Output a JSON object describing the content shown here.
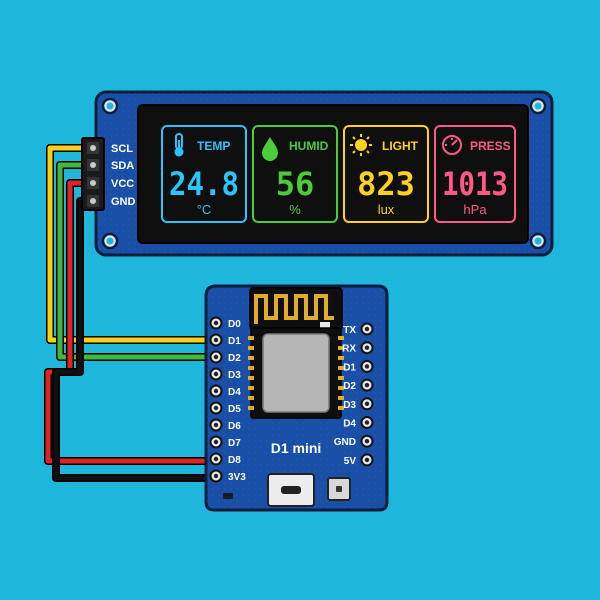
{
  "background_color": "#1fb6dc",
  "display_module": {
    "header_pins": [
      "SCL",
      "SDA",
      "VCC",
      "GND"
    ],
    "tiles": [
      {
        "label": "TEMP",
        "value": "24.8",
        "unit": "°C",
        "icon": "thermometer-icon",
        "color": "#29c5ff"
      },
      {
        "label": "HUMID",
        "value": "56",
        "unit": "%",
        "icon": "water-drop-icon",
        "color": "#4dcc3a"
      },
      {
        "label": "LIGHT",
        "value": "823",
        "unit": "lux",
        "icon": "sun-icon",
        "color": "#ffd21f"
      },
      {
        "label": "PRESS",
        "value": "1013",
        "unit": "hPa",
        "icon": "gauge-icon",
        "color": "#ff5a86"
      }
    ]
  },
  "board": {
    "name": "D1 mini",
    "left_pins": [
      "D0",
      "D1",
      "D2",
      "D3",
      "D4",
      "D5",
      "D6",
      "D7",
      "D8",
      "3V3"
    ],
    "right_pins": [
      "TX",
      "RX",
      "D1",
      "D2",
      "D3",
      "D4",
      "GND",
      "5V"
    ]
  },
  "wires": [
    {
      "signal": "SCL",
      "to": "D1",
      "color": "#f2d31b"
    },
    {
      "signal": "SDA",
      "to": "D2",
      "color": "#3fb93f"
    },
    {
      "signal": "VCC",
      "to": "D8",
      "color": "#e02424"
    },
    {
      "signal": "GND",
      "to": "3V3",
      "color": "#111111"
    }
  ]
}
